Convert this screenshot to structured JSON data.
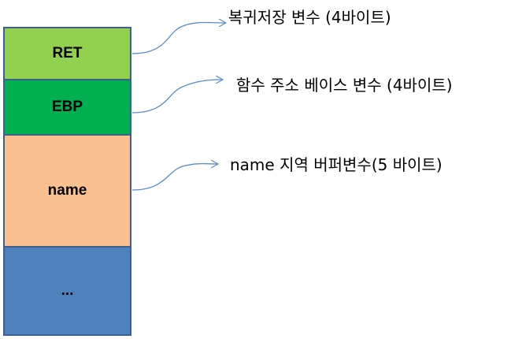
{
  "stack": {
    "blocks": [
      {
        "label": "RET",
        "color": "#92d050"
      },
      {
        "label": "EBP",
        "color": "#00b050"
      },
      {
        "label": "name",
        "color": "#fac090"
      },
      {
        "label": "...",
        "color": "#4f81bd"
      }
    ],
    "border_color": "#3f5f8f"
  },
  "annotations": [
    {
      "text": "복귀저장 변수 (4바이트)"
    },
    {
      "text": "함수 주소 베이스 변수 (4바이트)"
    },
    {
      "text": "name 지역 버퍼변수(5 바이트)"
    }
  ],
  "arrow_color": "#5b8cc8"
}
